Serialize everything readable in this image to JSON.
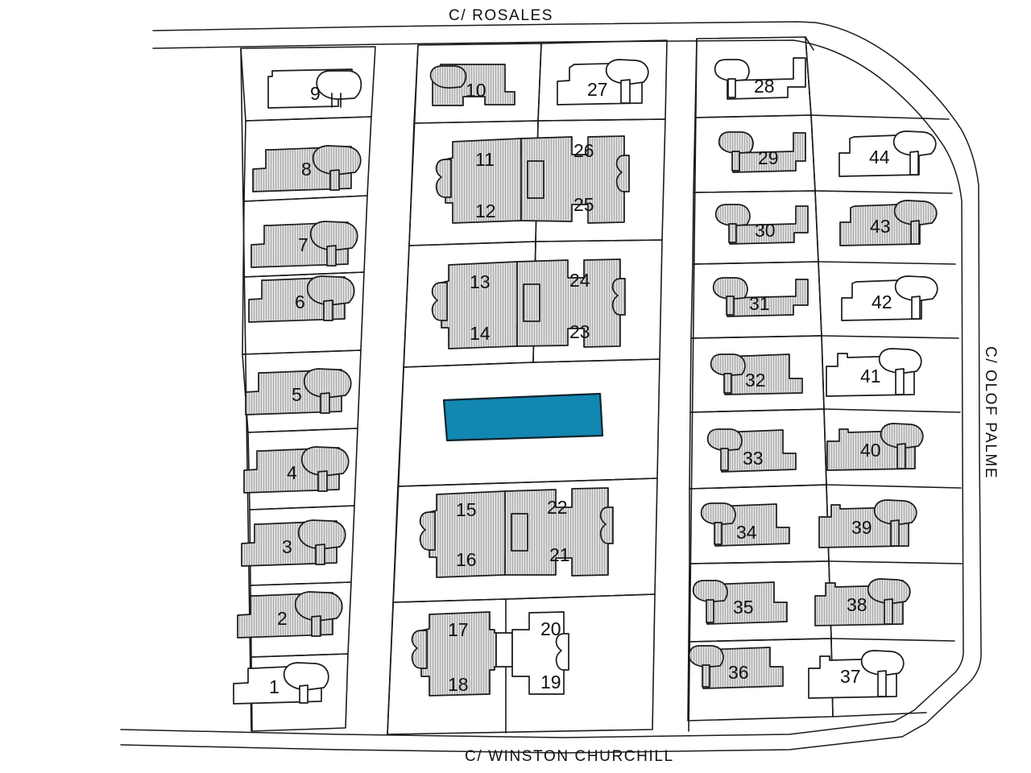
{
  "document": {
    "kind": "cadastral-site-plan",
    "title": "Urbanization plot plan"
  },
  "streets": [
    {
      "id": "rosales",
      "label": "C/  ROSALES",
      "position": "top",
      "orientation": "horizontal"
    },
    {
      "id": "winston-churchill",
      "label": "C/  WINSTON  CHURCHILL",
      "position": "bottom",
      "orientation": "horizontal"
    },
    {
      "id": "olof-palme",
      "label": "C/  OLOF  PALME",
      "position": "right",
      "orientation": "vertical"
    }
  ],
  "highlight": {
    "color": "#1287b2",
    "outline": "#10232c",
    "label": "",
    "description": "selected vacant parcel, centre block"
  },
  "legend": {
    "hatched_fill": "#d7d7d7",
    "plain_fill": "#ffffff",
    "line_color": "#1a1a1a"
  },
  "columns": [
    {
      "id": "west-column",
      "plots": [
        {
          "number": "9",
          "fill": "plain"
        },
        {
          "number": "8",
          "fill": "hatched"
        },
        {
          "number": "7",
          "fill": "hatched"
        },
        {
          "number": "6",
          "fill": "hatched"
        },
        {
          "number": "5",
          "fill": "hatched"
        },
        {
          "number": "4",
          "fill": "hatched"
        },
        {
          "number": "3",
          "fill": "hatched"
        },
        {
          "number": "2",
          "fill": "hatched"
        },
        {
          "number": "1",
          "fill": "plain"
        }
      ]
    },
    {
      "id": "centre-column",
      "plots": [
        {
          "number": "10",
          "fill": "hatched"
        },
        {
          "number": "27",
          "fill": "plain"
        },
        {
          "number": "11",
          "fill": "hatched"
        },
        {
          "number": "12",
          "fill": "hatched"
        },
        {
          "number": "26",
          "fill": "hatched"
        },
        {
          "number": "25",
          "fill": "hatched"
        },
        {
          "number": "13",
          "fill": "hatched"
        },
        {
          "number": "14",
          "fill": "hatched"
        },
        {
          "number": "24",
          "fill": "hatched"
        },
        {
          "number": "23",
          "fill": "hatched"
        },
        {
          "number": "15",
          "fill": "hatched"
        },
        {
          "number": "16",
          "fill": "hatched"
        },
        {
          "number": "22",
          "fill": "hatched"
        },
        {
          "number": "21",
          "fill": "hatched"
        },
        {
          "number": "17",
          "fill": "hatched"
        },
        {
          "number": "18",
          "fill": "hatched"
        },
        {
          "number": "20",
          "fill": "plain"
        },
        {
          "number": "19",
          "fill": "plain"
        }
      ]
    },
    {
      "id": "east-inner-column",
      "plots": [
        {
          "number": "28",
          "fill": "plain"
        },
        {
          "number": "29",
          "fill": "hatched"
        },
        {
          "number": "30",
          "fill": "hatched"
        },
        {
          "number": "31",
          "fill": "hatched"
        },
        {
          "number": "32",
          "fill": "hatched"
        },
        {
          "number": "33",
          "fill": "hatched"
        },
        {
          "number": "34",
          "fill": "hatched"
        },
        {
          "number": "35",
          "fill": "hatched"
        },
        {
          "number": "36",
          "fill": "hatched"
        }
      ]
    },
    {
      "id": "east-outer-column",
      "plots": [
        {
          "number": "44",
          "fill": "plain"
        },
        {
          "number": "43",
          "fill": "hatched"
        },
        {
          "number": "42",
          "fill": "plain"
        },
        {
          "number": "41",
          "fill": "plain"
        },
        {
          "number": "40",
          "fill": "hatched"
        },
        {
          "number": "39",
          "fill": "hatched"
        },
        {
          "number": "38",
          "fill": "hatched"
        },
        {
          "number": "37",
          "fill": "plain"
        }
      ]
    }
  ],
  "plot_labels": {
    "p1": "1",
    "p2": "2",
    "p3": "3",
    "p4": "4",
    "p5": "5",
    "p6": "6",
    "p7": "7",
    "p8": "8",
    "p9": "9",
    "p10": "10",
    "p11": "11",
    "p12": "12",
    "p13": "13",
    "p14": "14",
    "p15": "15",
    "p16": "16",
    "p17": "17",
    "p18": "18",
    "p19": "19",
    "p20": "20",
    "p21": "21",
    "p22": "22",
    "p23": "23",
    "p24": "24",
    "p25": "25",
    "p26": "26",
    "p27": "27",
    "p28": "28",
    "p29": "29",
    "p30": "30",
    "p31": "31",
    "p32": "32",
    "p33": "33",
    "p34": "34",
    "p35": "35",
    "p36": "36",
    "p37": "37",
    "p38": "38",
    "p39": "39",
    "p40": "40",
    "p41": "41",
    "p42": "42",
    "p43": "43",
    "p44": "44"
  }
}
